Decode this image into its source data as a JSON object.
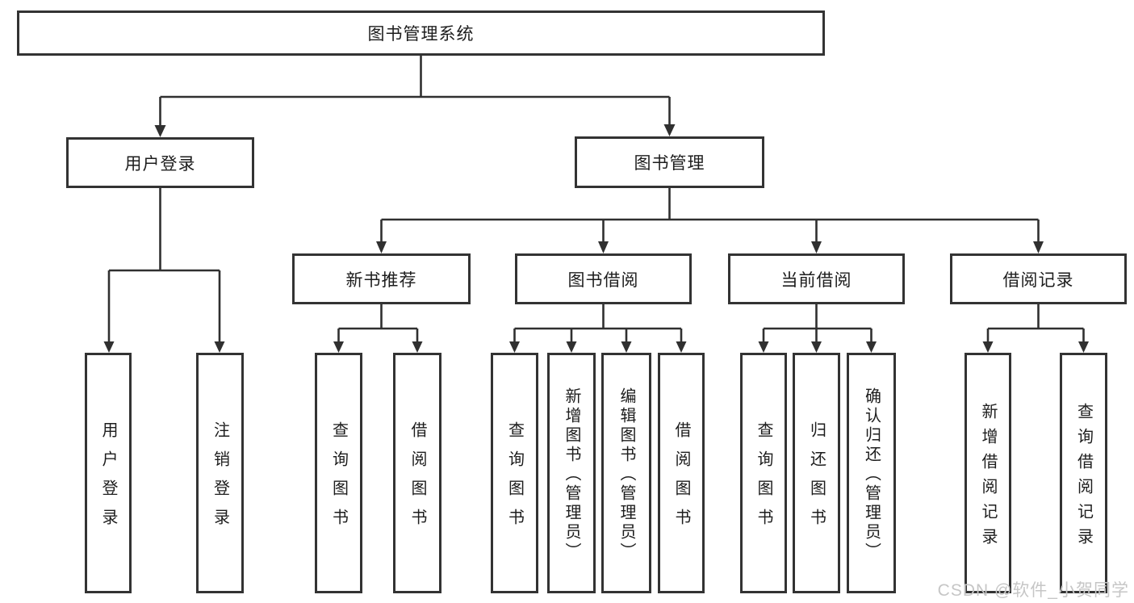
{
  "root": {
    "label": "图书管理系统"
  },
  "user_login": {
    "label": "用户登录",
    "children": [
      "用户登录",
      "注销登录"
    ]
  },
  "book_mgmt": {
    "label": "图书管理",
    "new_books": {
      "label": "新书推荐",
      "children": [
        "查询图书",
        "借阅图书"
      ]
    },
    "book_borrow": {
      "label": "图书借阅",
      "children": [
        "查询图书",
        "新增图书（管理员）",
        "编辑图书（管理员）",
        "借阅图书"
      ]
    },
    "current_borrow": {
      "label": "当前借阅",
      "children": [
        "查询图书",
        "归还图书",
        "确认归还（管理员）"
      ]
    },
    "borrow_records": {
      "label": "借阅记录",
      "children": [
        "新增借阅记录",
        "查询借阅记录"
      ]
    }
  },
  "watermark": "CSDN @软件_小贺同学",
  "colors": {
    "line": "#303030",
    "border": "#333333",
    "text": "#1d1d1d",
    "watermark": "#c6c6c6"
  }
}
